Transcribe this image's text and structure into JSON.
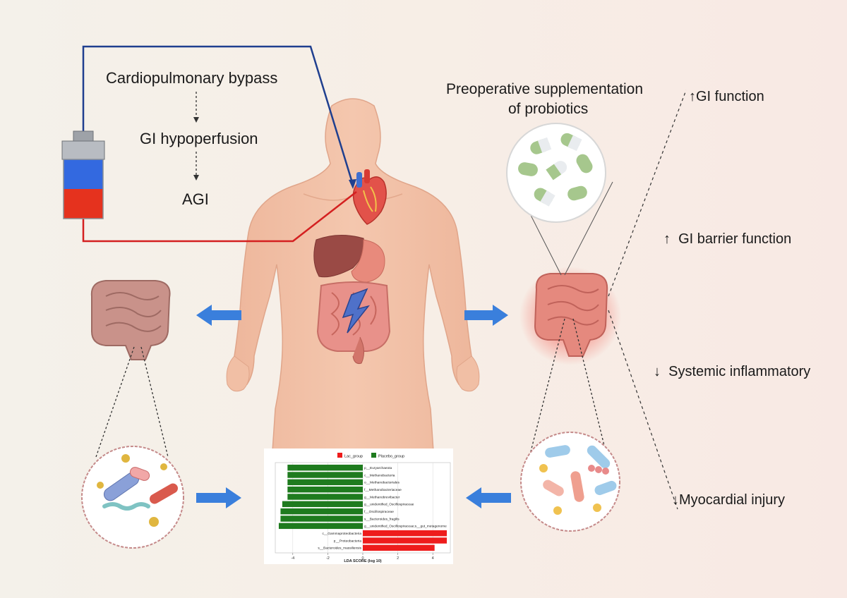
{
  "left_flow": {
    "step1": "Cardiopulmonary bypass",
    "step2": "GI hypoperfusion",
    "step3": "AGI"
  },
  "intervention": {
    "line1": "Preoperative supplementation",
    "line2": "of probiotics"
  },
  "effects": [
    {
      "arrow": "↑",
      "text": "GI function"
    },
    {
      "arrow": "↑",
      "text": "GI barrier function"
    },
    {
      "arrow": "↓",
      "text": "Systemic inflammatory"
    },
    {
      "arrow": "↓",
      "text": "Myocardial injury"
    }
  ],
  "colors": {
    "venous_line": "#1f3f8f",
    "arterial_line": "#d42020",
    "flow_arrow": "#3a7fdc",
    "lac_group": "#ee1c1c",
    "placebo_group": "#1e7b1e",
    "skin": "#f1bfa5"
  },
  "chart_data": {
    "type": "bar",
    "orientation": "horizontal",
    "legend": [
      "Lac_group",
      "Placebo_group"
    ],
    "legend_position": "top-center",
    "xlabel": "LDA SCORE (log 10)",
    "xlim": [
      -5,
      5
    ],
    "xticks": [
      -4,
      -2,
      0,
      2,
      4
    ],
    "grid": true,
    "bars": [
      {
        "label": "p__Euryarchaeota",
        "value": -4.3,
        "group": "Placebo_group"
      },
      {
        "label": "c__Methanobacteria",
        "value": -4.3,
        "group": "Placebo_group"
      },
      {
        "label": "o__Methanobacteriales",
        "value": -4.3,
        "group": "Placebo_group"
      },
      {
        "label": "f__Methanobacteriaceae",
        "value": -4.3,
        "group": "Placebo_group"
      },
      {
        "label": "g__Methanobrevibacter",
        "value": -4.3,
        "group": "Placebo_group"
      },
      {
        "label": "g__unidentified_Oscillospiraceae",
        "value": -4.6,
        "group": "Placebo_group"
      },
      {
        "label": "f__Oscillospiraceae",
        "value": -4.7,
        "group": "Placebo_group"
      },
      {
        "label": "s__Bacteroides_fragilis",
        "value": -4.7,
        "group": "Placebo_group"
      },
      {
        "label": "g__unidentified_Oscillospiraceae;s__gut_metagenome",
        "value": -4.8,
        "group": "Placebo_group"
      },
      {
        "label": "c__Gammaproteobacteria",
        "value": 4.8,
        "group": "Lac_group"
      },
      {
        "label": "p__Proteobacteria",
        "value": 4.8,
        "group": "Lac_group"
      },
      {
        "label": "s__Bacteroides_massiliensis",
        "value": 4.1,
        "group": "Lac_group"
      }
    ]
  }
}
